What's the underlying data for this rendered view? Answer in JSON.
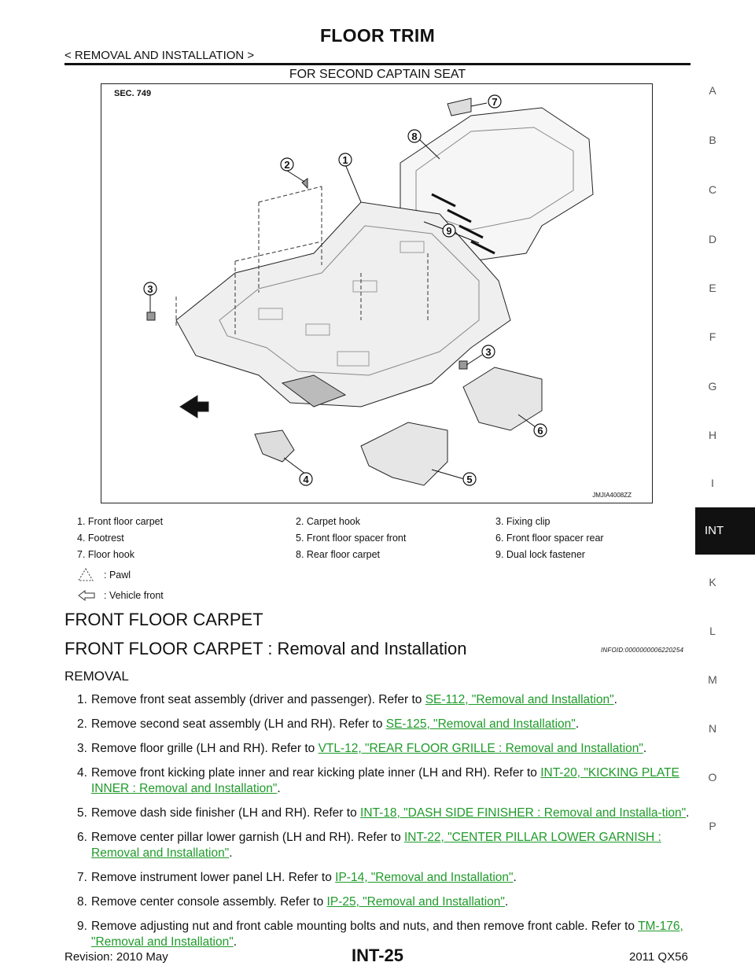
{
  "header": {
    "title": "FLOOR TRIM",
    "breadcrumb": "< REMOVAL AND INSTALLATION >",
    "figure_caption": "FOR SECOND CAPTAIN SEAT"
  },
  "figure": {
    "section": "SEC. 749",
    "code": "JMJIA4008ZZ",
    "callouts": [
      "1",
      "2",
      "3",
      "3",
      "4",
      "5",
      "6",
      "7",
      "8",
      "9"
    ]
  },
  "legend": {
    "items": [
      [
        "1. Front floor carpet",
        "2. Carpet hook",
        "3. Fixing clip"
      ],
      [
        "4. Footrest",
        "5. Front floor spacer front",
        "6. Front floor spacer rear"
      ],
      [
        "7. Floor hook",
        "8. Rear floor carpet",
        "9. Dual lock fastener"
      ]
    ],
    "symbols": [
      {
        "icon": "pawl-triangle-icon",
        "label": ": Pawl"
      },
      {
        "icon": "vehicle-front-arrow-icon",
        "label": ": Vehicle front"
      }
    ]
  },
  "side_index": {
    "letters": [
      "A",
      "B",
      "C",
      "D",
      "E",
      "F",
      "G",
      "H",
      "I",
      "INT",
      "K",
      "L",
      "M",
      "N",
      "O",
      "P"
    ],
    "active": "INT"
  },
  "content": {
    "heading1": "FRONT FLOOR CARPET",
    "heading2": "FRONT FLOOR CARPET : Removal and Installation",
    "infoid": "INFOID:0000000006220254",
    "heading3": "REMOVAL",
    "steps": [
      {
        "num": "1.",
        "text": "Remove front seat assembly (driver and passenger). Refer to ",
        "link": "SE-112, \"Removal and Installation\"",
        "after": "."
      },
      {
        "num": "2.",
        "text": "Remove second seat assembly (LH and RH). Refer to ",
        "link": "SE-125, \"Removal and Installation\"",
        "after": "."
      },
      {
        "num": "3.",
        "text": "Remove floor grille (LH and RH). Refer to ",
        "link": "VTL-12, \"REAR FLOOR GRILLE : Removal and Installation\"",
        "after": "."
      },
      {
        "num": "4.",
        "text": "Remove front kicking plate inner and rear kicking plate inner (LH and RH). Refer to ",
        "link": "INT-20, \"KICKING PLATE INNER : Removal and Installation\"",
        "after": "."
      },
      {
        "num": "5.",
        "text": "Remove dash side finisher (LH and RH). Refer to ",
        "link": "INT-18, \"DASH SIDE FINISHER : Removal and Installa-tion\"",
        "after": "."
      },
      {
        "num": "6.",
        "text": "Remove center pillar lower garnish (LH and RH). Refer to ",
        "link": "INT-22, \"CENTER PILLAR LOWER GARNISH : Removal and Installation\"",
        "after": "."
      },
      {
        "num": "7.",
        "text": "Remove instrument lower panel LH. Refer to ",
        "link": "IP-14, \"Removal and Installation\"",
        "after": "."
      },
      {
        "num": "8.",
        "text": "Remove center console assembly. Refer to ",
        "link": "IP-25, \"Removal and Installation\"",
        "after": "."
      },
      {
        "num": "9.",
        "text": "Remove adjusting nut and front cable mounting bolts and nuts, and then remove front cable. Refer to ",
        "link": "TM-176, \"Removal and Installation\"",
        "after": "."
      }
    ]
  },
  "footer": {
    "revision": "Revision: 2010 May",
    "page": "INT-25",
    "model": "2011 QX56"
  }
}
